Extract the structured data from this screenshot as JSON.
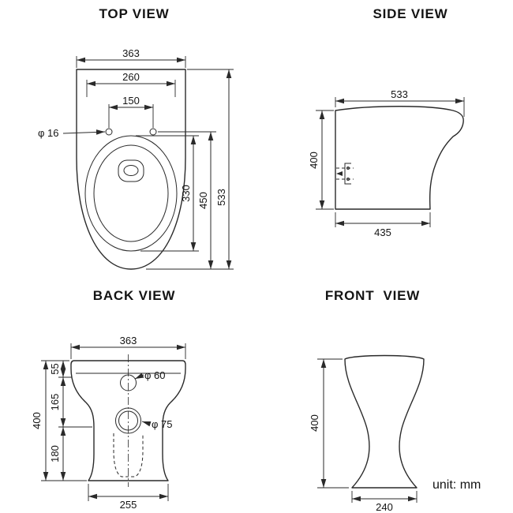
{
  "unit_label": "unit: mm",
  "views": {
    "top": {
      "title": "TOP VIEW",
      "dims": {
        "overall_width": "363",
        "tank_area_width": "260",
        "hinge_hole_spacing": "150",
        "hinge_hole_diameter": "φ 16",
        "bowl_length": "330",
        "seat_length": "450",
        "overall_length": "533"
      }
    },
    "side": {
      "title": "SIDE VIEW",
      "dims": {
        "overall_length": "533",
        "height": "400",
        "base_length": "435"
      }
    },
    "back": {
      "title": "BACK VIEW",
      "dims": {
        "overall_width": "363",
        "top_segment": "55",
        "middle_segment": "165",
        "bottom_segment": "180",
        "height": "400",
        "inlet_diameter": "φ 60",
        "outlet_diameter": "φ 75",
        "base_width": "255"
      }
    },
    "front": {
      "title": "FRONT  VIEW",
      "dims": {
        "height": "400",
        "base_width": "240"
      }
    }
  }
}
